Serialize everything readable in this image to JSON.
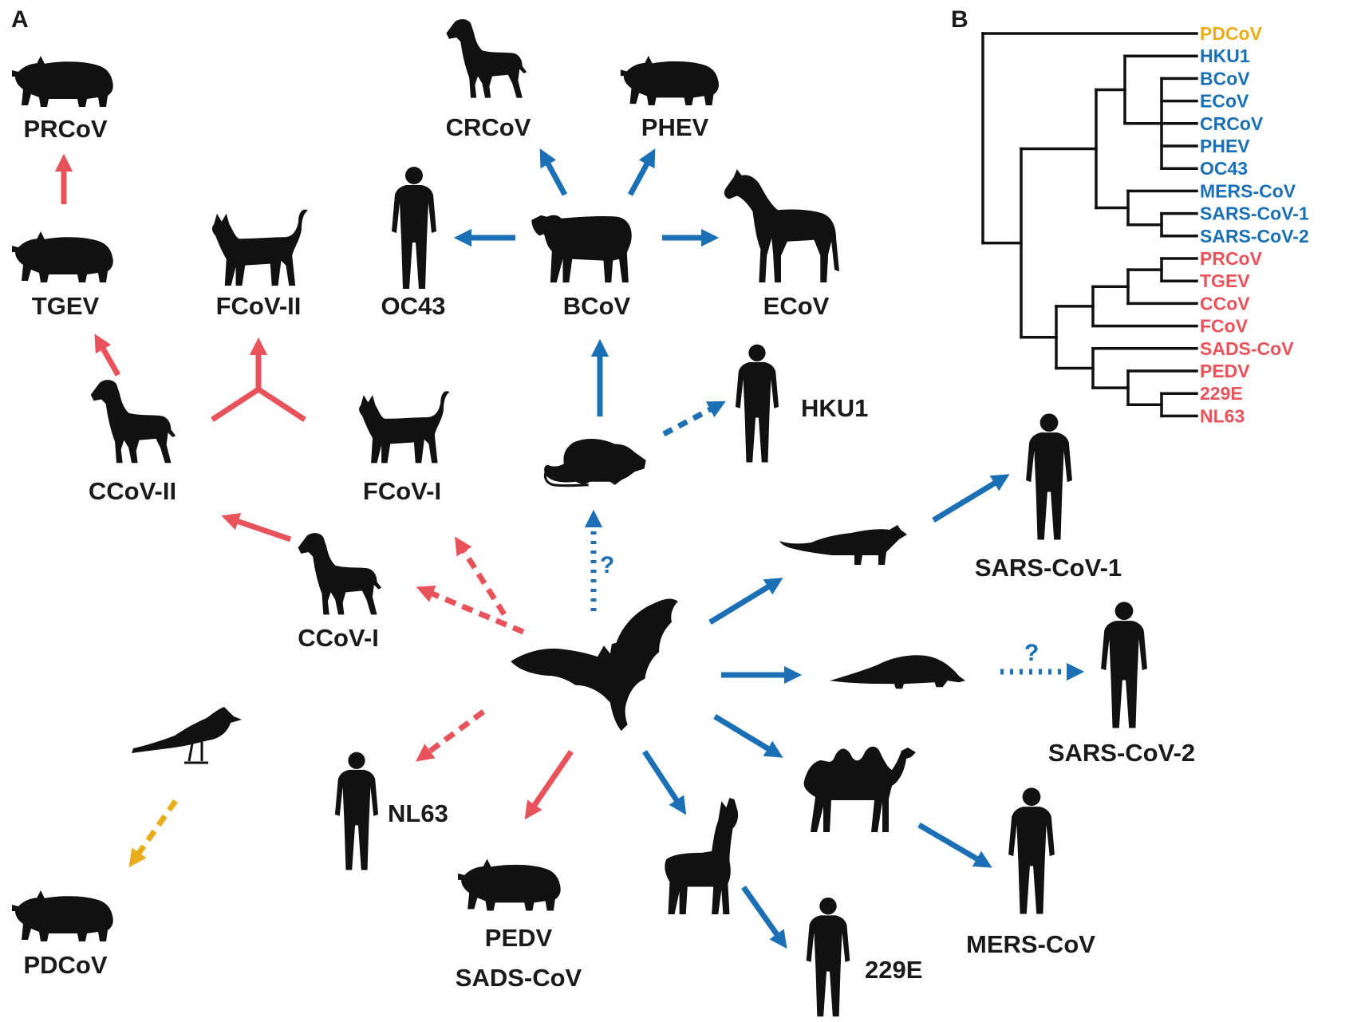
{
  "panels": {
    "a": "A",
    "b": "B"
  },
  "colors": {
    "red": "#e8525a",
    "blue": "#1a6fb5",
    "yellow": "#e9ad1c",
    "black": "#111111"
  },
  "labels": {
    "prcov": "PRCoV",
    "tgev": "TGEV",
    "fcov2": "FCoV-II",
    "oc43": "OC43",
    "crcov": "CRCoV",
    "phev": "PHEV",
    "bcov": "BCoV",
    "ecov": "ECoV",
    "hku1": "HKU1",
    "ccov2": "CCoV-II",
    "fcov1": "FCoV-I",
    "ccov1": "CCoV-I",
    "sars1": "SARS-CoV-1",
    "sars2": "SARS-CoV-2",
    "nl63": "NL63",
    "pedv": "PEDV",
    "sads": "SADS-CoV",
    "e229": "229E",
    "mers": "MERS-CoV",
    "pdcov": "PDCoV"
  },
  "question_mark": "?",
  "tree": {
    "leaves": [
      {
        "label": "PDCoV",
        "color": "#e9ad1c"
      },
      {
        "label": "HKU1",
        "color": "#1a6fb5"
      },
      {
        "label": "BCoV",
        "color": "#1a6fb5"
      },
      {
        "label": "ECoV",
        "color": "#1a6fb5"
      },
      {
        "label": "CRCoV",
        "color": "#1a6fb5"
      },
      {
        "label": "PHEV",
        "color": "#1a6fb5"
      },
      {
        "label": "OC43",
        "color": "#1a6fb5"
      },
      {
        "label": "MERS-CoV",
        "color": "#1a6fb5"
      },
      {
        "label": "SARS-CoV-1",
        "color": "#1a6fb5"
      },
      {
        "label": "SARS-CoV-2",
        "color": "#1a6fb5"
      },
      {
        "label": "PRCoV",
        "color": "#e8525a"
      },
      {
        "label": "TGEV",
        "color": "#e8525a"
      },
      {
        "label": "CCoV",
        "color": "#e8525a"
      },
      {
        "label": "FCoV",
        "color": "#e8525a"
      },
      {
        "label": "SADS-CoV",
        "color": "#e8525a"
      },
      {
        "label": "PEDV",
        "color": "#e8525a"
      },
      {
        "label": "229E",
        "color": "#e8525a"
      },
      {
        "label": "NL63",
        "color": "#e8525a"
      }
    ]
  }
}
